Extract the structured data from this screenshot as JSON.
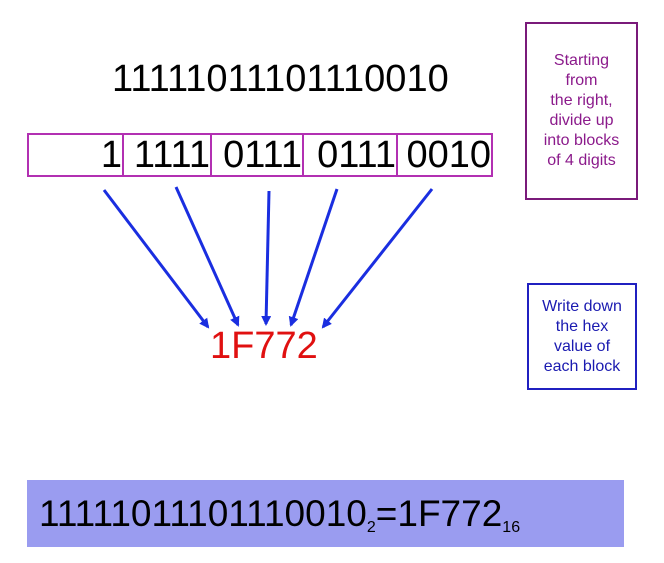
{
  "binary_number": "11111011101110010",
  "blocks": [
    "1",
    "1111",
    "0111",
    "0111",
    "0010"
  ],
  "hex_result": "1F772",
  "notes": {
    "divide": "Starting\nfrom\nthe right,\ndivide up\ninto blocks\nof 4 digits",
    "write": "Write down\nthe hex\nvalue of\neach block"
  },
  "equation": {
    "binary": "11111011101110010",
    "binary_base": "2",
    "equals": "= ",
    "hex": "1F772",
    "hex_base": "16"
  },
  "colors": {
    "block_border": "#b230b2",
    "arrow": "#1a2ee0",
    "hex_text": "#e01010",
    "equation_bg": "#9a9cf0"
  }
}
